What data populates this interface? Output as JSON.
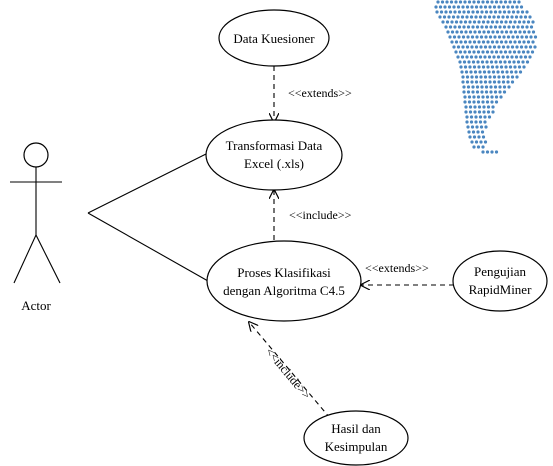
{
  "actor": {
    "label": "Actor"
  },
  "use_cases": {
    "data_kuesioner": {
      "line1": "Data Kuesioner"
    },
    "transformasi": {
      "line1": "Transformasi Data",
      "line2": "Excel (.xls)"
    },
    "proses": {
      "line1": "Proses Klasifikasi",
      "line2": "dengan Algoritma C4.5"
    },
    "pengujian": {
      "line1": "Pengujian",
      "line2": "RapidMiner"
    },
    "hasil": {
      "line1": "Hasil dan",
      "line2": "Kesimpulan"
    }
  },
  "relations": {
    "extends_1": "<<extends>>",
    "include_1": "<<include>>",
    "extends_2": "<<extends>>",
    "include_2": "<<include>>"
  },
  "decoration": {
    "map_icon": "south-america-dot-map-icon",
    "dot_color": "#4a86c0"
  }
}
